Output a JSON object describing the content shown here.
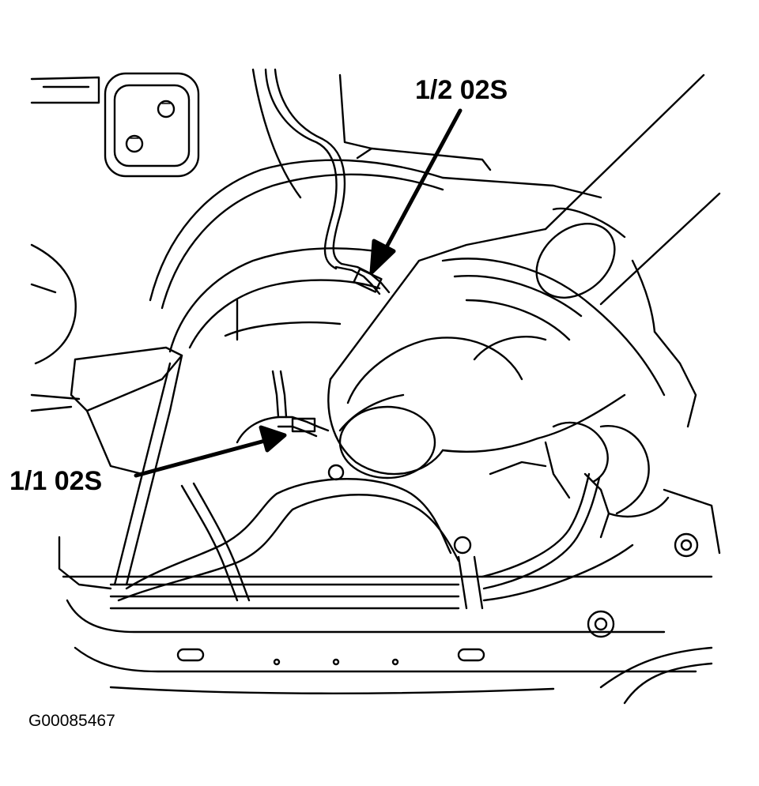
{
  "labels": {
    "upstream_sensor": "1/1 02S",
    "downstream_sensor": "1/2 02S"
  },
  "figure_id": "G00085467"
}
